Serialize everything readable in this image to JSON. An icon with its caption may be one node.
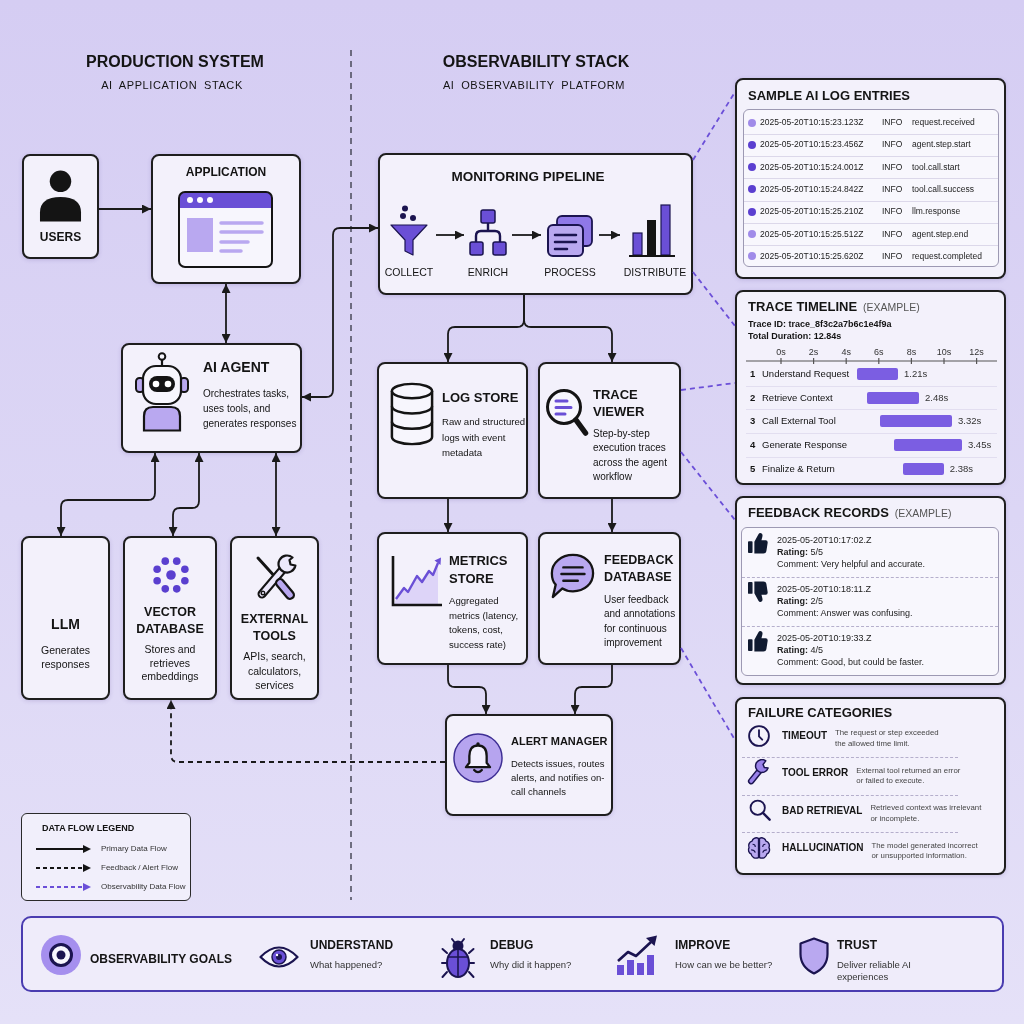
{
  "diagram": {
    "nodes": [
      {
        "text": [
          "USERS"
        ]
      },
      {
        "text": [
          "APPLICATION"
        ]
      },
      {
        "text": [
          "AI AGENT",
          "Orchestrates tasks, uses tools, and generates responses"
        ]
      },
      {
        "text": [
          "LLM",
          "Generates responses"
        ]
      },
      {
        "text": [
          "VECTOR DATABASE",
          "Stores and retrieves embeddings"
        ]
      },
      {
        "text": [
          "EXTERNAL TOOLS",
          "APIs, search, calculators, services"
        ]
      },
      {
        "text": [
          "MONITORING PIPELINE"
        ]
      },
      {
        "text": [
          "COLLECT"
        ],
        "in": 6
      },
      {
        "text": [
          "ENRICH"
        ],
        "in": 6
      },
      {
        "text": [
          "PROCESS"
        ],
        "in": 6
      },
      {
        "text": [
          "DISTRIBUTE"
        ],
        "in": 6
      },
      {
        "text": [
          "LOG STORE",
          "Raw and structured logs with event metadata"
        ]
      },
      {
        "text": [
          "TRACE VIEWER",
          "Step-by-step execution traces across the agent workflow"
        ]
      },
      {
        "text": [
          "METRICS STORE",
          "Aggregated metrics (latency, tokens, cost, success rate)"
        ]
      },
      {
        "text": [
          "FEEDBACK DATABASE",
          "User feedback and annotations for continuous improvement"
        ]
      },
      {
        "text": [
          "ALERT MANAGER",
          "Detects issues, routes alerts, and notifies on-call channels"
        ]
      },
      {
        "text": [
          "SAMPLE AI LOG ENTRIES",
          "2025-05-20T10:15:23.123Z",
          "INFO",
          "request.received",
          "2025-05-20T10:15:23.456Z",
          "INFO",
          "agent.step.start",
          "2025-05-20T10:15:24.001Z",
          "INFO",
          "tool.call.start",
          "2025-05-20T10:15:24.842Z",
          "INFO",
          "tool.call.success",
          "2025-05-20T10:15:25.210Z",
          "INFO",
          "llm.response",
          "2025-05-20T10:15:25.512Z",
          "INFO",
          "agent.step.end",
          "2025-05-20T10:15:25.620Z",
          "INFO",
          "request.completed"
        ]
      },
      {
        "text": [
          "TRACE TIMELINE",
          "(EXAMPLE)",
          "Trace ID: trace_8f3c2a7b6c1e4f9a",
          "Total Duration: 12.84s",
          "0s",
          "2s",
          "4s",
          "6s",
          "8s",
          "10s",
          "12s",
          "1",
          "Understand Request",
          "1.21s",
          "2",
          "Retrieve Context",
          "2.48s",
          "3",
          "Call External Tool",
          "3.32s",
          "4",
          "Generate Response",
          "3.45s",
          "5",
          "Finalize & Return",
          "2.38s"
        ]
      },
      {
        "text": [
          "FEEDBACK RECORDS",
          "(EXAMPLE)",
          "2025-05-20T10:17:02.Z",
          "**Rating:** 5/5",
          "Comment: Very helpful and accurate.",
          "2025-05-20T10:18:11.Z",
          "**Rating:** 2/5",
          "Comment: Answer was confusing.",
          "2025-05-20T10:19:33.Z",
          "**Rating:** 4/5",
          "Comment: Good, but could be faster."
        ]
      },
      {
        "text": [
          "FAILURE CATEGORIES",
          "TIMEOUT",
          "The request or step exceeded the allowed time limit.",
          "TOOL ERROR",
          "External tool returned an error or failed to execute.",
          "BAD RETRIEVAL",
          "Retrieved context was irrelevant or incomplete.",
          "HALLUCINATION",
          "The model generated incorrect or unsupported information."
        ]
      },
      {
        "text": [
          "OBSERVABILITY GOALS",
          "UNDERSTAND",
          "What happened?",
          "DEBUG",
          "Why did it happen?",
          "IMPROVE",
          "How can we be better?",
          "TRUST",
          "Deliver reliable AI experiences"
        ]
      }
    ],
    "edges": [
      {
        "from": 0,
        "to": 1,
        "arrow": "to"
      },
      {
        "from": 1,
        "to": 2,
        "arrow": "both"
      },
      {
        "from": 2,
        "to": 3,
        "arrow": "both"
      },
      {
        "from": 2,
        "to": 4,
        "arrow": "both"
      },
      {
        "from": 2,
        "to": 5,
        "arrow": "both"
      },
      {
        "from": 2,
        "to": 6,
        "arrow": "both"
      },
      {
        "from": 7,
        "to": 8,
        "arrow": "to"
      },
      {
        "from": 8,
        "to": 9,
        "arrow": "to"
      },
      {
        "from": 9,
        "to": 10,
        "arrow": "to"
      },
      {
        "from": 6,
        "to": 11,
        "arrow": "to"
      },
      {
        "from": 6,
        "to": 12,
        "arrow": "to"
      },
      {
        "from": 11,
        "to": 13,
        "arrow": "to"
      },
      {
        "from": 12,
        "to": 14,
        "arrow": "to"
      },
      {
        "from": 13,
        "to": 15,
        "arrow": "to"
      },
      {
        "from": 14,
        "to": 15,
        "arrow": "to"
      },
      {
        "from": 15,
        "to": 4,
        "arrow": "to",
        "style": "dashed"
      },
      {
        "from": 6,
        "to": 16,
        "arrow": "none",
        "style": "dashed",
        "color": "#6b4fd8"
      },
      {
        "from": 6,
        "to": 17,
        "arrow": "none",
        "style": "dashed",
        "color": "#6b4fd8"
      },
      {
        "from": 12,
        "to": 17,
        "arrow": "none",
        "style": "dashed",
        "color": "#6b4fd8"
      },
      {
        "from": 12,
        "to": 18,
        "arrow": "none",
        "style": "dashed",
        "color": "#6b4fd8"
      },
      {
        "from": 14,
        "to": 19,
        "arrow": "none",
        "style": "dashed",
        "color": "#6b4fd8"
      }
    ],
    "labels": [
      "PRODUCTION SYSTEM",
      "AI APPLICATION STACK",
      "OBSERVABILITY STACK",
      "AI OBSERVABILITY PLATFORM",
      "DATA FLOW LEGEND"
    ],
    "legend": [
      {
        "text": "Primary Data Flow"
      },
      {
        "text": "Feedback / Alert Flow"
      },
      {
        "text": "Observability Data Flow"
      }
    ]
  }
}
